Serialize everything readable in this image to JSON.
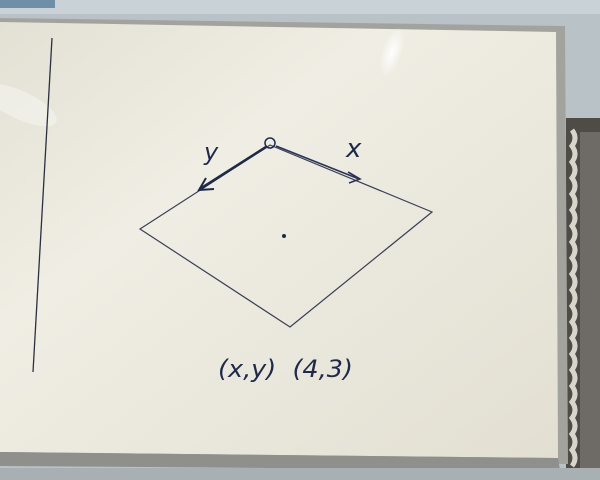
{
  "board": {
    "axis_x_label": "x",
    "axis_y_label": "y",
    "coordinates_text": "(x,y)  (4,3)"
  },
  "colors": {
    "wall": "#b9c2c6",
    "board_surface": "#eae7da",
    "frame": "#9a9a96",
    "marker_ink": "#1f2a4a",
    "right_board": "#6e6b66"
  }
}
